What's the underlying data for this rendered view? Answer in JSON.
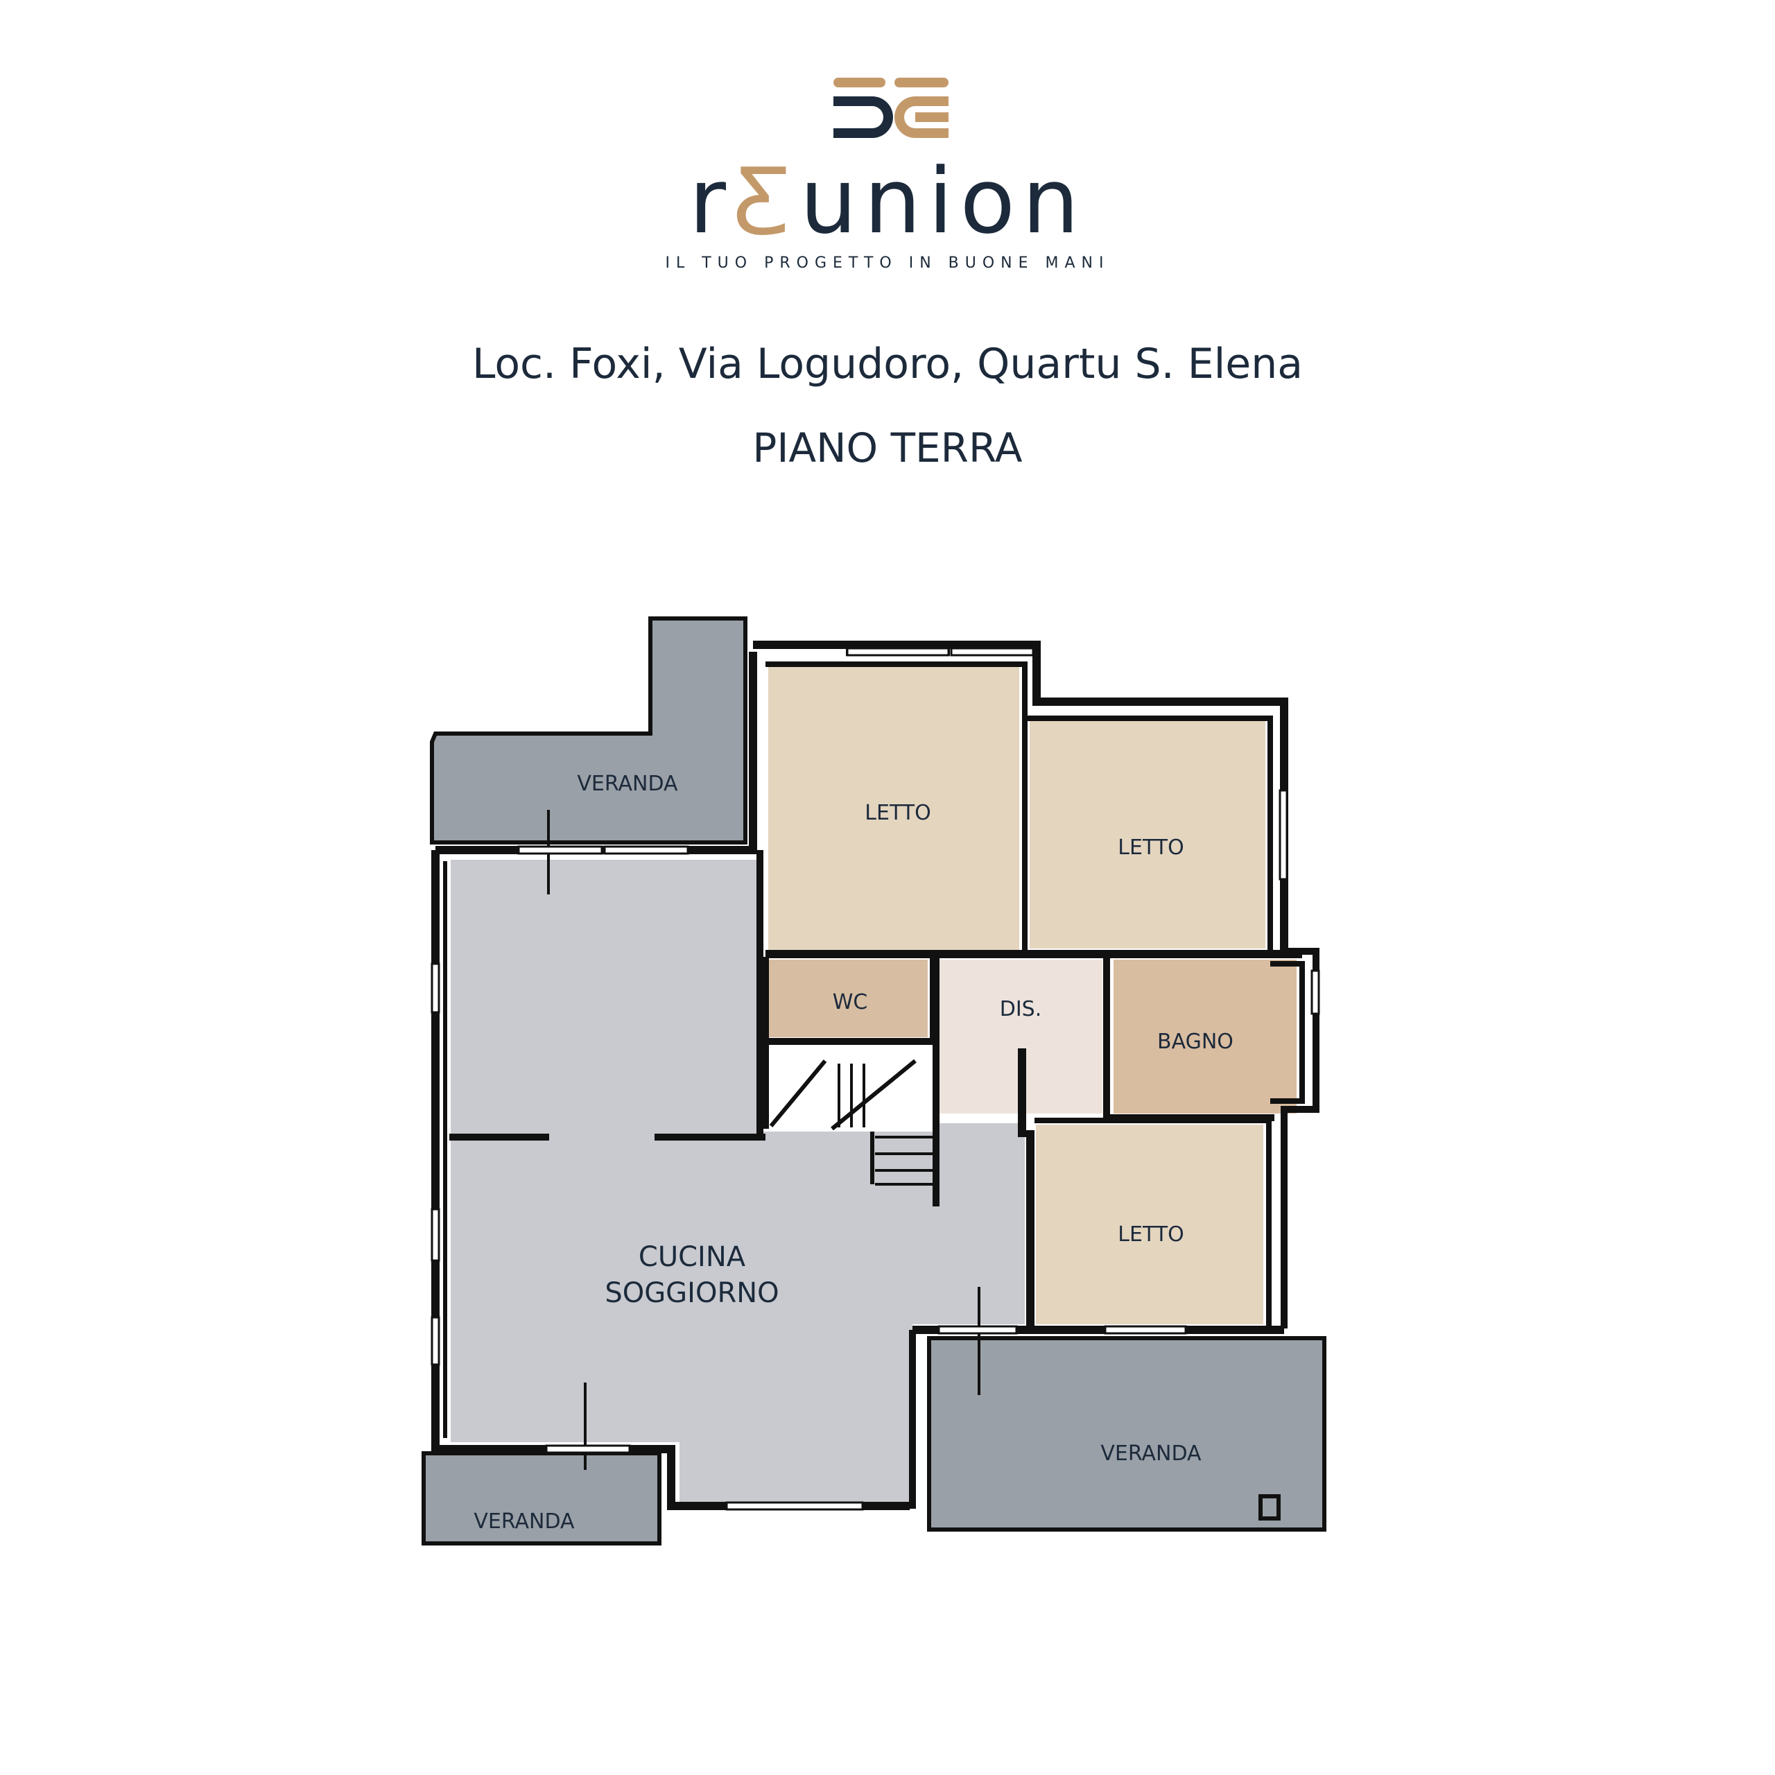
{
  "brand": {
    "name_start": "r",
    "name_accent": "Ƹ",
    "name_end": "union",
    "tagline": "IL TUO PROGETTO IN BUONE MANI",
    "colors": {
      "navy": "#1c2a3b",
      "gold": "#c4996a"
    }
  },
  "address": "Loc. Foxi, Via Logudoro, Quartu S. Elena",
  "floor": "PIANO TERRA",
  "rooms": {
    "veranda_top": "VERANDA",
    "letto_1": "LETTO",
    "letto_2": "LETTO",
    "wc": "WC",
    "dis": "DIS.",
    "bagno": "BAGNO",
    "cucina_1": "CUCINA",
    "cucina_2": "SOGGIORNO",
    "letto_3": "LETTO",
    "veranda_right": "VERANDA",
    "veranda_bottom": "VERANDA"
  },
  "colors": {
    "veranda": "#9aa0a7",
    "living": "#c8cacf",
    "bedroom": "#e4d5bf",
    "wc": "#d7bea3",
    "bagno": "#d9bda1",
    "dis": "#ede3dc",
    "wall": "#111111"
  }
}
